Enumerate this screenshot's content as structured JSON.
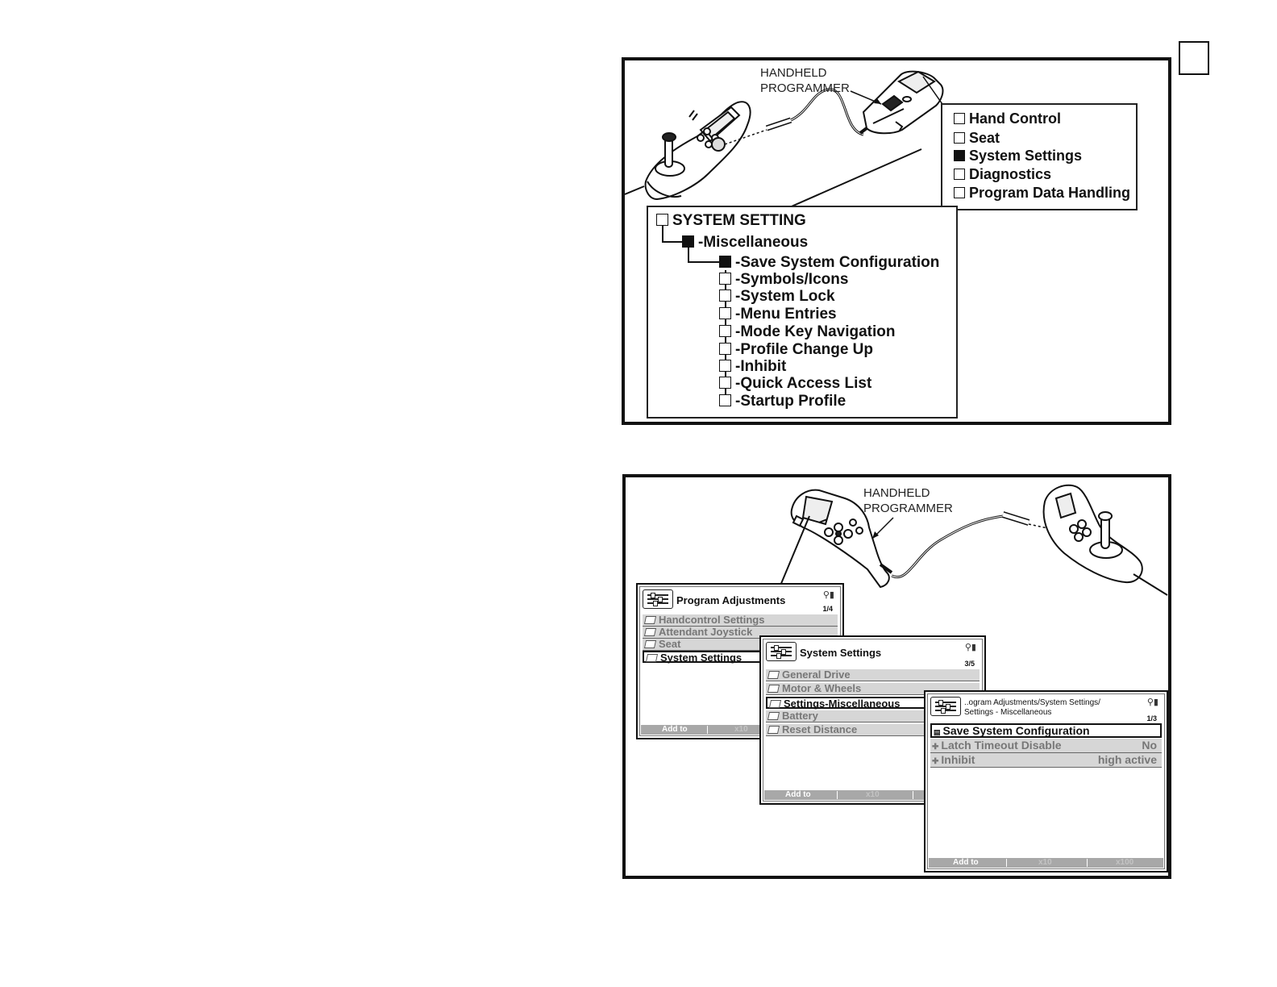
{
  "figure1": {
    "callout": [
      "HANDHELD",
      "PROGRAMMER"
    ],
    "main_menu": [
      {
        "label": "Hand Control",
        "selected": false
      },
      {
        "label": "Seat",
        "selected": false
      },
      {
        "label": "System Settings",
        "selected": true
      },
      {
        "label": "Diagnostics",
        "selected": false
      },
      {
        "label": "Program Data Handling",
        "selected": false
      }
    ],
    "tree": {
      "root": "SYSTEM SETTING",
      "group": "-Miscellaneous",
      "items": [
        {
          "label": "-Save System Configuration",
          "selected": true
        },
        {
          "label": "-Symbols/Icons",
          "selected": false
        },
        {
          "label": "-System Lock",
          "selected": false
        },
        {
          "label": "-Menu Entries",
          "selected": false
        },
        {
          "label": "-Mode Key Navigation",
          "selected": false
        },
        {
          "label": "-Profile Change Up",
          "selected": false
        },
        {
          "label": "-Inhibit",
          "selected": false
        },
        {
          "label": "-Quick Access List",
          "selected": false
        },
        {
          "label": "-Startup Profile",
          "selected": false
        }
      ]
    }
  },
  "figure2": {
    "callout": [
      "HANDHELD",
      "PROGRAMMER"
    ],
    "screen1": {
      "title": "Program Adjustments",
      "page": "1/4",
      "items": [
        "Handcontrol Settings",
        "Attendant Joystick",
        "Seat",
        "System Settings"
      ],
      "selected_index": 3,
      "footer": [
        "Add to",
        "x10"
      ]
    },
    "screen2": {
      "title": "System Settings",
      "page": "3/5",
      "items": [
        "General Drive",
        "Motor & Wheels",
        "Settings-Miscellaneous",
        "Battery",
        "Reset Distance"
      ],
      "selected_index": 2,
      "footer": [
        "Add to",
        "x10"
      ]
    },
    "screen3": {
      "title_line1": "..ogram Adjustments/System Settings/",
      "title_line2": "Settings - Miscellaneous",
      "page": "1/3",
      "items": [
        {
          "label": "Save System Configuration",
          "value": ""
        },
        {
          "label": "Latch Timeout Disable",
          "value": "No"
        },
        {
          "label": "Inhibit",
          "value": "high active"
        }
      ],
      "selected_index": 0,
      "footer": [
        "Add to",
        "x10",
        "x100"
      ]
    }
  }
}
